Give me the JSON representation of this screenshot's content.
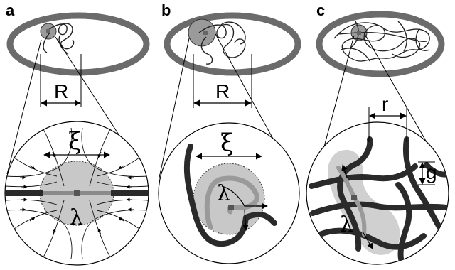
{
  "panels": [
    {
      "letter": "a",
      "size_label": "R",
      "length_label": "ξ",
      "segment_label": "λ"
    },
    {
      "letter": "b",
      "size_label": "R",
      "length_label": "ξ",
      "segment_label": "λ"
    },
    {
      "letter": "c",
      "size_label": "r",
      "length_label": "g",
      "segment_label": "λ"
    }
  ],
  "colors": {
    "outline": "#6b6b6b",
    "chain": "#2a2a2a",
    "blob": "#c8c8c8",
    "highlight": "#9a9a9a"
  }
}
